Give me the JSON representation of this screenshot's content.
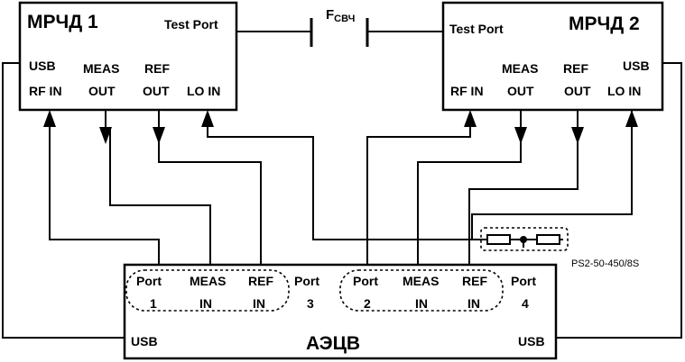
{
  "device1": {
    "name": "МРЧД 1",
    "test_port": "Test Port",
    "usb": "USB",
    "rf_in": "RF IN",
    "meas_1": "MEAS",
    "meas_2": "OUT",
    "ref_1": "REF",
    "ref_2": "OUT",
    "lo_in": "LO IN"
  },
  "device2": {
    "name": "МРЧД 2",
    "test_port": "Test Port",
    "usb": "USB",
    "rf_in": "RF IN",
    "meas_1": "MEAS",
    "meas_2": "OUT",
    "ref_1": "REF",
    "ref_2": "OUT",
    "lo_in": "LO IN"
  },
  "fixture": {
    "label": "F",
    "subscript": "СВЧ"
  },
  "analyzer": {
    "name": "АЭЦВ",
    "usb_left": "USB",
    "usb_right": "USB",
    "ports": [
      {
        "top": "Port",
        "bottom": "1"
      },
      {
        "top": "MEAS",
        "bottom": "IN"
      },
      {
        "top": "REF",
        "bottom": "IN"
      },
      {
        "top": "Port",
        "bottom": "3"
      },
      {
        "top": "Port",
        "bottom": "2"
      },
      {
        "top": "MEAS",
        "bottom": "IN"
      },
      {
        "top": "REF",
        "bottom": "IN"
      },
      {
        "top": "Port",
        "bottom": "4"
      }
    ]
  },
  "splitter": {
    "label": "PS2-50-450/8S"
  }
}
